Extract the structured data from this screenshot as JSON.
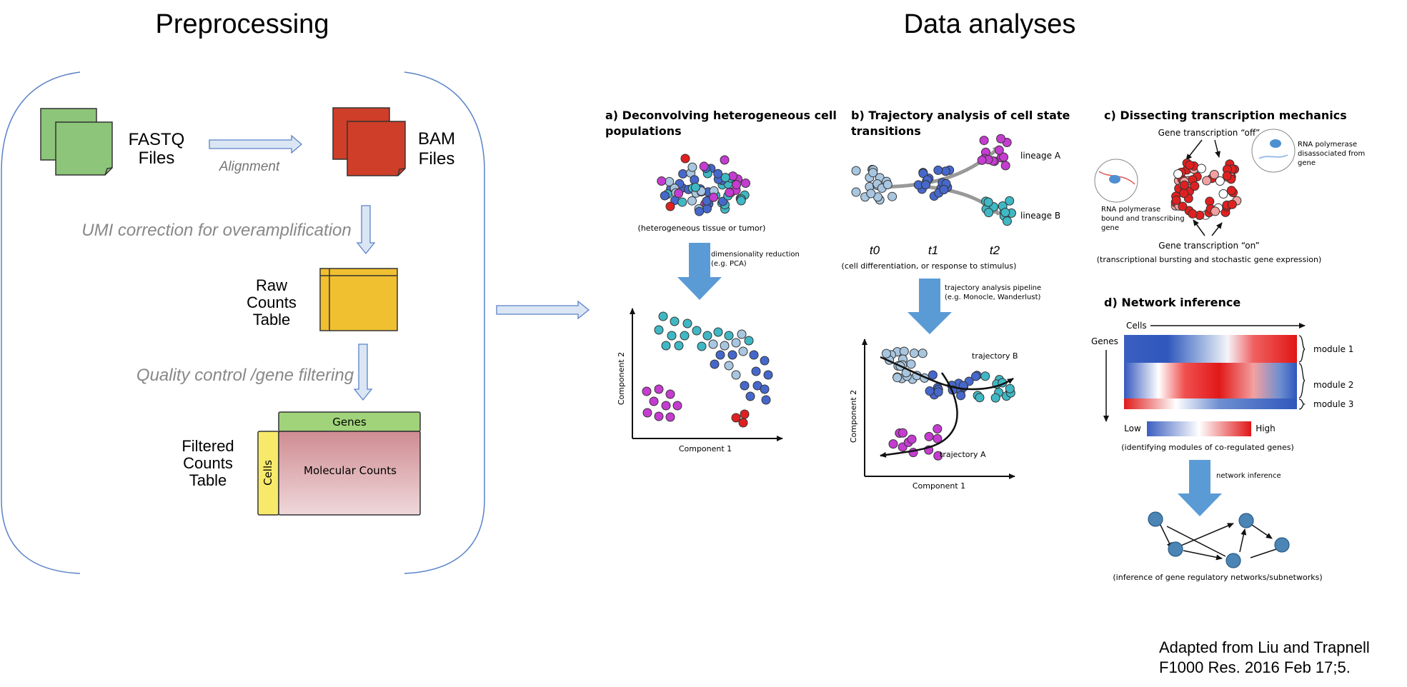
{
  "titles": {
    "left": "Preprocessing",
    "right": "Data analyses"
  },
  "preprocessing": {
    "fastq": [
      "FASTQ",
      "Files"
    ],
    "bam": [
      "BAM",
      "Files"
    ],
    "alignment": "Alignment",
    "umi": "UMI correction for overamplification",
    "raw": [
      "Raw",
      "Counts",
      "Table"
    ],
    "qc": "Quality control /gene filtering",
    "filtered": [
      "Filtered",
      "Counts",
      "Table"
    ],
    "genes": "Genes",
    "cells": "Cells",
    "molecular": "Molecular Counts"
  },
  "panel_a": {
    "title": [
      "a) Deconvolving heterogeneous cell",
      "populations"
    ],
    "caption": "(heterogeneous tissue or tumor)",
    "step": [
      "dimensionality reduction",
      "(e.g. PCA)"
    ],
    "xlabel": "Component 1",
    "ylabel": "Component 2"
  },
  "panel_b": {
    "title": [
      "b) Trajectory analysis of cell state",
      "transitions"
    ],
    "lineage_a": "lineage A",
    "lineage_b": "lineage B",
    "times": [
      "t0",
      "t1",
      "t2"
    ],
    "caption": "(cell differentiation, or response to stimulus)",
    "step": [
      "trajectory analysis pipeline",
      "(e.g. Monocle, Wanderlust)"
    ],
    "traj_a": "trajectory A",
    "traj_b": "trajectory B",
    "xlabel": "Component 1",
    "ylabel": "Component 2"
  },
  "panel_c": {
    "title": "c) Dissecting transcription mechanics",
    "off": "Gene transcription “off”",
    "on": "Gene transcription “on”",
    "diss": [
      "RNA polymerase",
      "disassociated from",
      "gene"
    ],
    "bound": [
      "RNA polymerase",
      "bound and transcribing",
      "gene"
    ],
    "caption": "(transcriptional bursting and stochastic gene expression)"
  },
  "panel_d": {
    "title": "d) Network inference",
    "cells": "Cells",
    "genes": "Genes",
    "modules": [
      "module 1",
      "module 2",
      "module 3"
    ],
    "low": "Low",
    "high": "High",
    "caption1": "(identifying modules of co-regulated genes)",
    "step": "network inference",
    "caption2": "(inference of gene regulatory networks/subnetworks)"
  },
  "credit": [
    "Adapted from Liu and Trapnell",
    "F1000 Res. 2016 Feb 17;5."
  ],
  "colors": {
    "green": "#8dc57a",
    "red": "#cf3e29",
    "yellow": "#f0c030",
    "arrow_blue": "#5b9bd5",
    "purple": "#c53cd0",
    "cyan": "#3fb8c4",
    "blue": "#4668cc",
    "lightblue": "#a8c6e0",
    "cellred": "#e02020",
    "node": "#4a85b5"
  }
}
